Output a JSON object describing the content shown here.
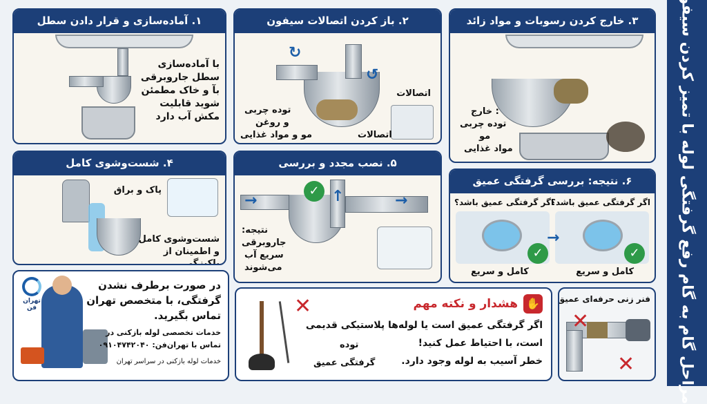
{
  "side_title": "مراحل گام به گام رفع گرفتگی لوله با تمیز کردن سیفون",
  "step1": {
    "title": "۱. آماده‌سازی و قرار دادن سطل",
    "text": "با آماده‌سازی سطل جاروبرقی بآ و خاک مطمئن شوید قابلیت مکش آب دارد"
  },
  "step2": {
    "title": "۲. باز کردن اتصالات سیفون",
    "label_fittings_top": "اتصالات",
    "label_grease": "توده چربی",
    "label_oil": "و روغن",
    "label_hair": "مو و مواد غذایی",
    "label_fittings_bottom": "اتصالات"
  },
  "step3": {
    "title": "۳. خارج کردن رسوبات و مواد زائد",
    "label_out": ": خارج",
    "label_grease": "توده چربی",
    "label_hair": "مو",
    "label_food": "مواد غذایی"
  },
  "step4": {
    "title": "۴. شست‌وشوی کامل",
    "label_clean": "پاک و براق",
    "text": "شست‌وشوی کامل و اطمینان از پاکیزگی"
  },
  "step5": {
    "title": "۵. نصب مجدد و بررسی",
    "result_line1": "نتیجه:",
    "result_line2": "جاروبرقی",
    "result_line3": "سریع آب",
    "result_line4": "می‌شوند"
  },
  "step6": {
    "title": "۶. نتیجه: بررسی گرفتگی عمیق",
    "q_right": "اگر گرفتگی عمیق باشد؟",
    "q_left": "اگر گرفتگی عمیق باشد؟",
    "ans_right": "کامل و سریع",
    "ans_left": "کامل و سریع",
    "arrow_glyph": "→"
  },
  "snake": {
    "title": "فنر زنی حرفه‌ای عمیق"
  },
  "warning": {
    "title": "هشدار و نکته مهم",
    "line1": "اگر گرفتگی عمیق است یا لوله‌ها پلاستیکی قدیمی",
    "line2": "است، با احتیاط عمل کنید!",
    "line3": "خطر آسیب به لوله وجود دارد.",
    "label_mass": "توده",
    "label_deep": "گرفتگی عمیق"
  },
  "contact": {
    "line1": "در صورت برطرف نشدن",
    "line2": "گرفتگی، با متخصص تهران",
    "line3": "تماس بگیرید.",
    "service": "خدمات تخصصی لوله بازکنی در",
    "phone": "تماس با تهران‌فن: ۰۹۱۰۴۷۴۲۰۴۰",
    "footer": "خدمات لوله بازکنی در سراسر تهران",
    "logo": "تهران فن"
  },
  "badge_check": "✓",
  "badge_x": "✕",
  "colors": {
    "navy": "#1c3f78",
    "green": "#2e9a48",
    "red": "#c8282d",
    "water": "#7cc3ea"
  }
}
